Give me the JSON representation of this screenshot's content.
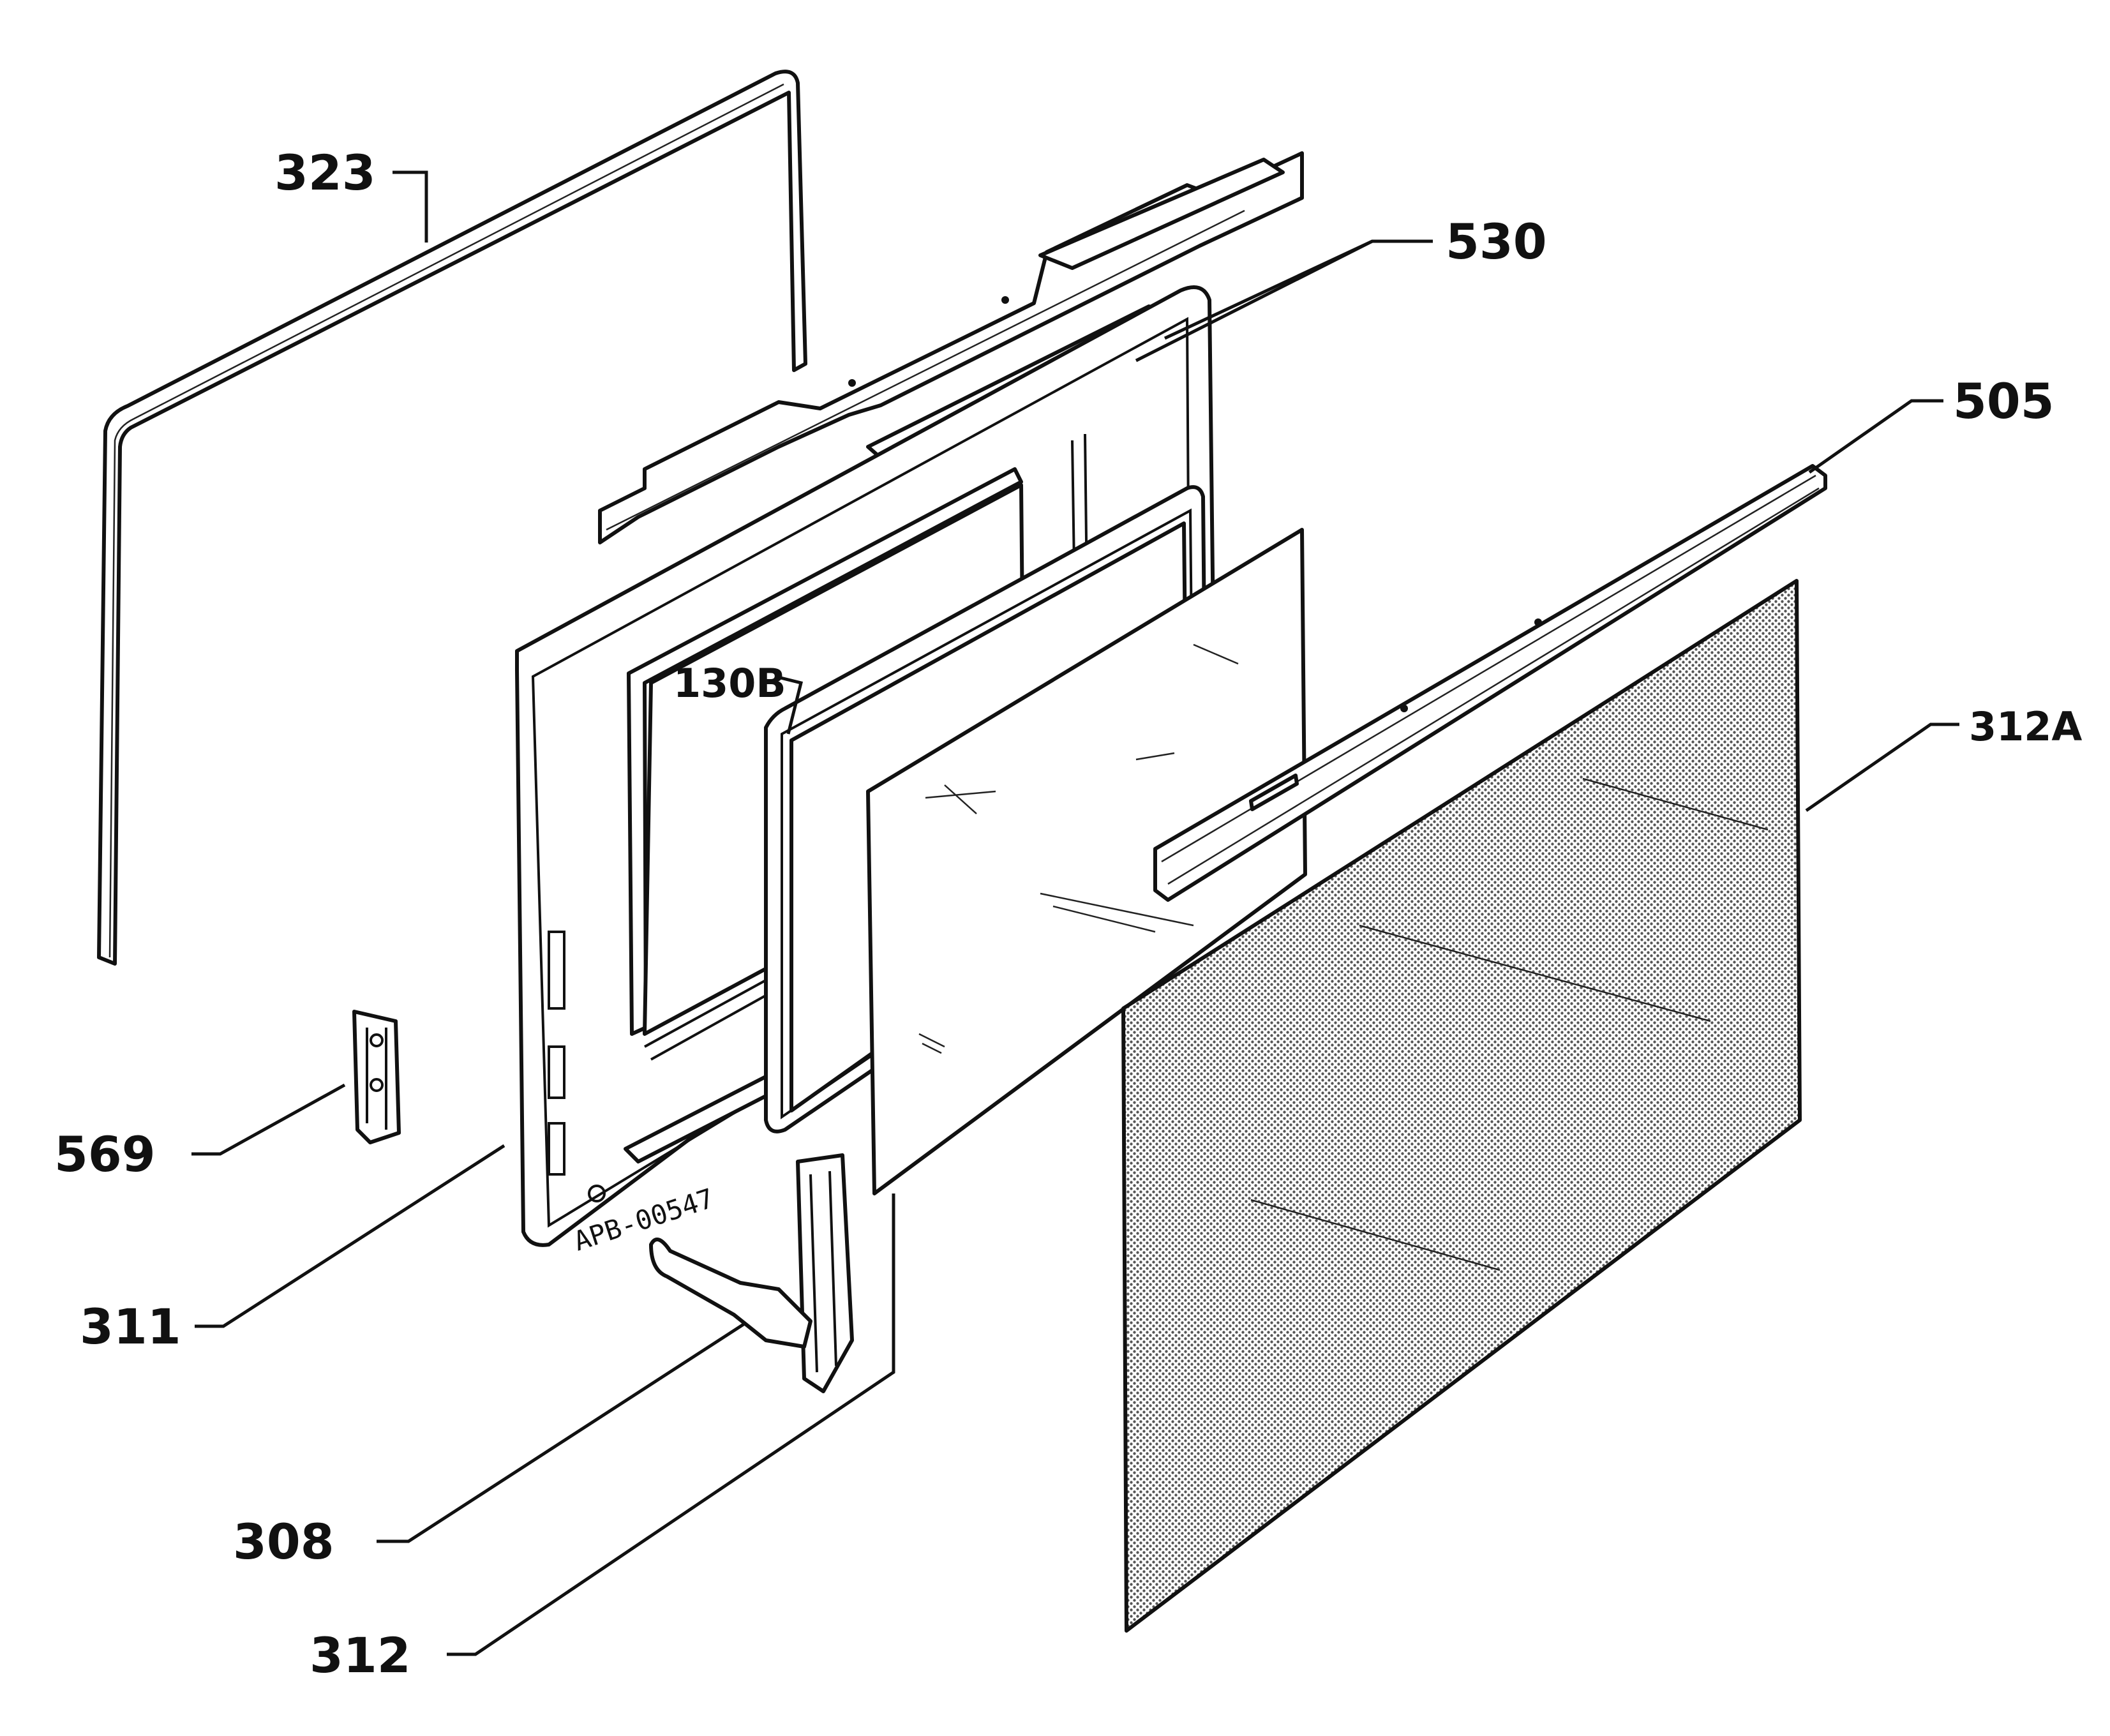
{
  "diagram": {
    "drawing_ref": "APB-00547",
    "parts": [
      {
        "id": "323",
        "label": "323"
      },
      {
        "id": "530",
        "label": "530"
      },
      {
        "id": "505",
        "label": "505"
      },
      {
        "id": "130B",
        "label": "130B"
      },
      {
        "id": "312A",
        "label": "312A"
      },
      {
        "id": "569",
        "label": "569"
      },
      {
        "id": "311",
        "label": "311"
      },
      {
        "id": "308",
        "label": "308"
      },
      {
        "id": "312",
        "label": "312"
      }
    ]
  }
}
